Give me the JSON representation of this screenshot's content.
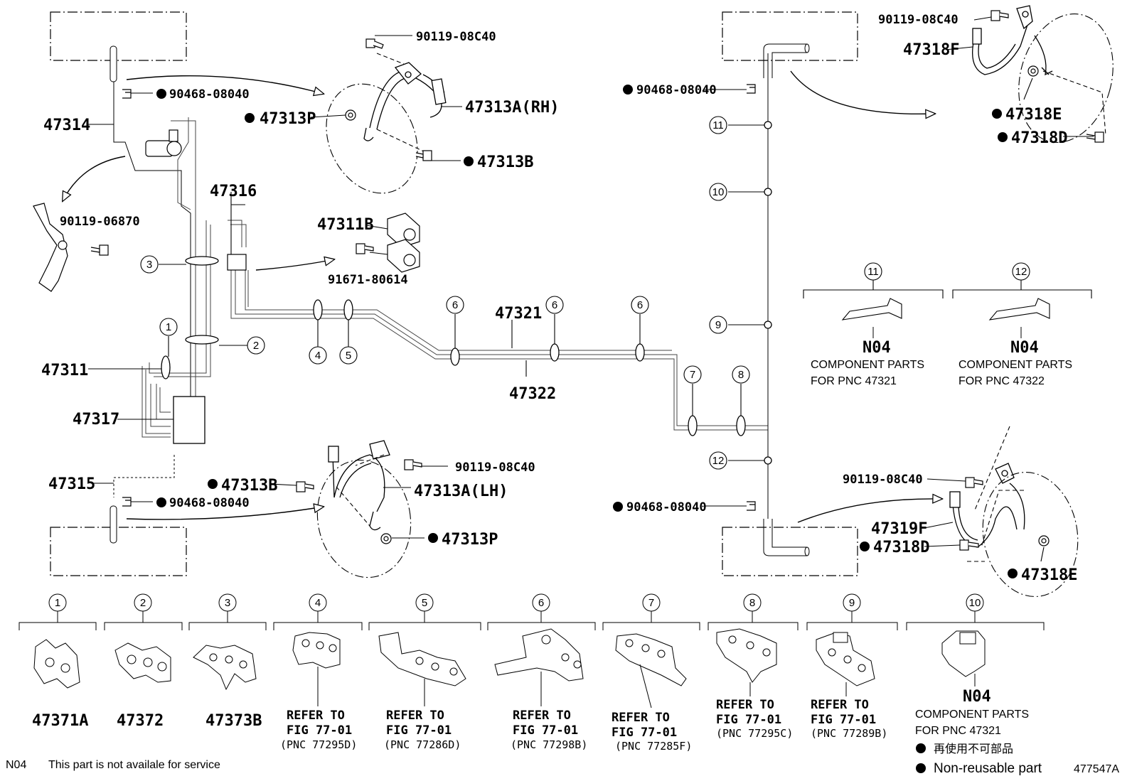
{
  "labels": {
    "p47314": "47314",
    "p90468_tl": "90468-08040",
    "p90119_06870": "90119-06870",
    "p90119_tr_top": "90119-08C40",
    "p47313A_RH": "47313A(RH)",
    "p47313P_top": "47313P",
    "p47313B_top": "47313B",
    "p47316": "47316",
    "p47311B": "47311B",
    "p91671": "91671-80614",
    "p47321": "47321",
    "p47322": "47322",
    "p47311": "47311",
    "p47317": "47317",
    "p47315": "47315",
    "p47313B_bot": "47313B",
    "p90119_lh": "90119-08C40",
    "p47313A_LH": "47313A(LH)",
    "p90468_bl": "90468-08040",
    "p47313P_bot": "47313P",
    "p90119_rt": "90119-08C40",
    "p47318F": "47318F",
    "p47318E_top": "47318E",
    "p47318D_top": "47318D",
    "p90468_tr": "90468-08040",
    "p90468_br": "90468-08040",
    "p90119_rb": "90119-08C40",
    "p47319F": "47319F",
    "p47318D_bot": "47318D",
    "p47318E_bot": "47318E"
  },
  "callouts": [
    "1",
    "2",
    "3",
    "4",
    "5",
    "6",
    "7",
    "8",
    "9",
    "10",
    "11",
    "12"
  ],
  "insets": {
    "i11": {
      "num": "11",
      "code": "N04",
      "line1": "COMPONENT PARTS",
      "line2": "FOR PNC 47321"
    },
    "i12": {
      "num": "12",
      "code": "N04",
      "line1": "COMPONENT PARTS",
      "line2": "FOR PNC 47322"
    }
  },
  "bottom_parts": [
    {
      "num": "1",
      "pn": "47371A"
    },
    {
      "num": "2",
      "pn": "47372"
    },
    {
      "num": "3",
      "pn": "47373B"
    },
    {
      "num": "4",
      "ref1": "REFER TO",
      "ref2": "FIG 77-01",
      "pnc": "(PNC 77295D)"
    },
    {
      "num": "5",
      "ref1": "REFER TO",
      "ref2": "FIG 77-01",
      "pnc": "(PNC 77286D)"
    },
    {
      "num": "6",
      "ref1": "REFER TO",
      "ref2": "FIG 77-01",
      "pnc": "(PNC 77298B)"
    },
    {
      "num": "7",
      "ref1": "REFER TO",
      "ref2": "FIG 77-01",
      "pnc": "(PNC 77285F)"
    },
    {
      "num": "8",
      "ref1": "REFER TO",
      "ref2": "FIG 77-01",
      "pnc": "(PNC 77295C)"
    },
    {
      "num": "9",
      "ref1": "REFER TO",
      "ref2": "FIG 77-01",
      "pnc": "(PNC 77289B)"
    },
    {
      "num": "10",
      "code": "N04",
      "line1": "COMPONENT PARTS",
      "line2": "FOR PNC 47321"
    }
  ],
  "legend": {
    "jp": "再使用不可部品",
    "en": "Non-reusable part"
  },
  "footnote": {
    "code": "N04",
    "text": "This part is not availale for service"
  },
  "figure_id": "477547A"
}
